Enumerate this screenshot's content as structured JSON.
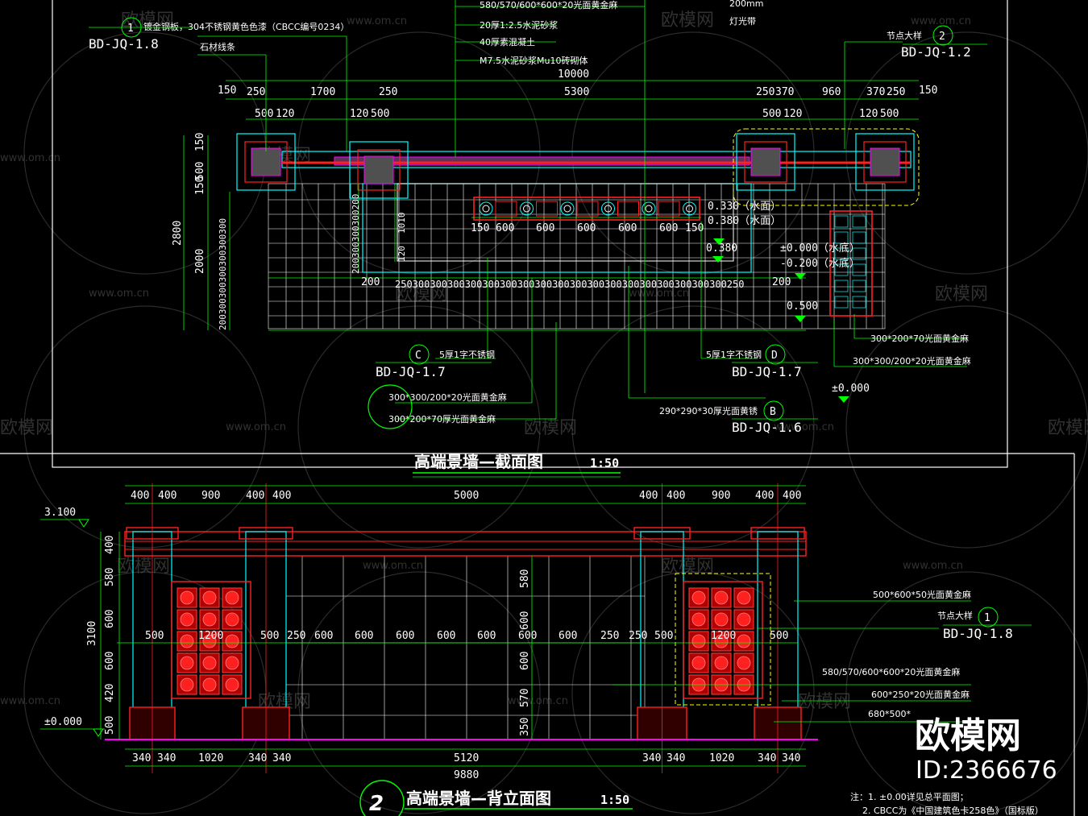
{
  "colors": {
    "dim": "#00ff00",
    "grid": "#ffffff",
    "cyan": "#00ffff",
    "red": "#ff2020",
    "magenta": "#ff00ff",
    "yellow": "#ffff00"
  },
  "plan": {
    "title": "高端景墙—截面图",
    "scale": "1:50",
    "overall_dim": "10000",
    "top_dims": [
      "150",
      "250",
      "1700",
      "250",
      "5300",
      "250",
      "370",
      "960",
      "370",
      "250",
      "150"
    ],
    "sub_dims": [
      "500",
      "120",
      "120",
      "500",
      "500",
      "120",
      "120",
      "500"
    ],
    "left_dims": [
      "150",
      "500",
      "150",
      "2000",
      "2800"
    ],
    "bottom_dims": [
      "200",
      "250",
      "300",
      "300",
      "300",
      "300",
      "300",
      "300",
      "300",
      "300",
      "300",
      "300",
      "300",
      "300",
      "300",
      "300",
      "300",
      "300",
      "300",
      "250",
      "200"
    ],
    "pool_dims": [
      "150",
      "600",
      "600",
      "600",
      "600",
      "600",
      "150"
    ],
    "levels": [
      "0.330（水面）",
      "0.380（水面）",
      "0.380",
      "±0.000（水底）",
      "-0.200（水底）",
      "0.500",
      "±0.000"
    ],
    "callout_1": {
      "num": "1",
      "ref": "BD-JQ-1.8"
    },
    "callout_2": {
      "label": "节点大样",
      "num": "2",
      "ref": "BD-JQ-1.2"
    },
    "callout_c": {
      "num": "C",
      "ref": "BD-JQ-1.7",
      "text": "5厚1字不锈钢"
    },
    "callout_d": {
      "num": "D",
      "ref": "BD-JQ-1.7",
      "text": "5厚1字不锈钢"
    },
    "callout_b": {
      "num": "B",
      "ref": "BD-JQ-1.6",
      "text": "290*290*30厚光面黄锈"
    },
    "notes_top": [
      "580/570/600*600*20光面黄金麻",
      "20厚1:2.5水泥砂浆",
      "40厚素混凝土",
      "M7.5水泥砂浆Mu10砖砌体"
    ],
    "note_left": "镀金钢板，304不锈钢黄色色漆（CBCC编号0234）",
    "note_left2": "石材线条",
    "note_right_a": "300*200*70光面黄金麻",
    "note_right_b": "300*300/200*20光面黄金麻",
    "note_bottom_a": "300*300/200*20光面黄金麻",
    "note_bottom_b": "300*200*70厚光面黄金麻",
    "note_top_right": "200mm",
    "note_top_right2": "灯光带"
  },
  "elev": {
    "title": "高端景墙—背立面图",
    "scale": "1:50",
    "title_num": "2",
    "top_dims": [
      "400",
      "400",
      "900",
      "400",
      "400",
      "5000",
      "400",
      "400",
      "900",
      "400",
      "400"
    ],
    "mid_dims": [
      "500",
      "1200",
      "500",
      "250",
      "600",
      "600",
      "600",
      "600",
      "600",
      "600",
      "600",
      "250",
      "500",
      "1200",
      "500"
    ],
    "left_dims": [
      "400",
      "580",
      "600",
      "600",
      "420",
      "500"
    ],
    "height_total": "3100",
    "level_top": "3.100",
    "level_base": "±0.000",
    "center_v_dims": [
      "580",
      "600",
      "600",
      "570",
      "350"
    ],
    "bottom_dims": [
      "340",
      "340",
      "1020",
      "340",
      "340",
      "5120",
      "340",
      "340",
      "1020",
      "340",
      "340"
    ],
    "overall": "9880",
    "callout": {
      "label": "节点大样",
      "num": "1",
      "ref": "BD-JQ-1.8"
    },
    "notes": [
      "500*600*50光面黄金麻",
      "580/570/600*600*20光面黄金麻",
      "600*250*20光面黄金麻",
      "680*500*",
      "注：1. ±0.00详见总平面图；",
      "2. CBCC为《中国建筑色卡258色》（国标版）"
    ]
  },
  "watermarks": {
    "cn": "欧模网",
    "url": "www.om.cn"
  },
  "brand": {
    "name": "欧模网",
    "id": "ID:2366676"
  }
}
